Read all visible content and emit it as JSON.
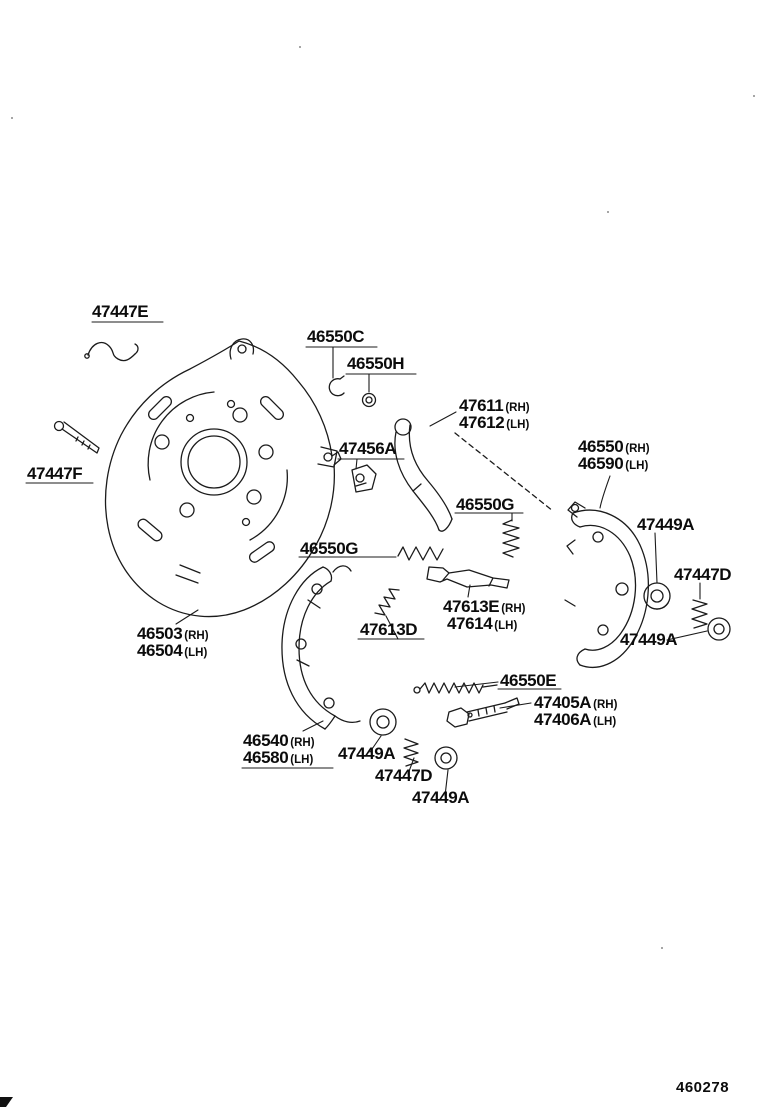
{
  "diagram": {
    "type": "parts-diagram",
    "subject": "rear-brake-backing-plate-and-parking-brake-shoes",
    "figure_number": "460278",
    "ink_color": "#1b1b1b",
    "background_color": "#ffffff"
  },
  "labels": [
    {
      "part": "47447E",
      "suffix": ""
    },
    {
      "part": "46550C",
      "suffix": ""
    },
    {
      "part": "46550H",
      "suffix": ""
    },
    {
      "part": "47611",
      "suffix": "(RH)"
    },
    {
      "part": "47612",
      "suffix": "(LH)"
    },
    {
      "part": "47456A",
      "suffix": ""
    },
    {
      "part": "46550",
      "suffix": "(RH)"
    },
    {
      "part": "46590",
      "suffix": "(LH)"
    },
    {
      "part": "46550G",
      "suffix": ""
    },
    {
      "part": "47449A",
      "suffix": ""
    },
    {
      "part": "46550G",
      "suffix": ""
    },
    {
      "part": "47447D",
      "suffix": ""
    },
    {
      "part": "47447F",
      "suffix": ""
    },
    {
      "part": "47613E",
      "suffix": "(RH)"
    },
    {
      "part": "47614",
      "suffix": "(LH)"
    },
    {
      "part": "47613D",
      "suffix": ""
    },
    {
      "part": "47449A",
      "suffix": ""
    },
    {
      "part": "46503",
      "suffix": "(RH)"
    },
    {
      "part": "46504",
      "suffix": "(LH)"
    },
    {
      "part": "46550E",
      "suffix": ""
    },
    {
      "part": "47405A",
      "suffix": "(RH)"
    },
    {
      "part": "47406A",
      "suffix": "(LH)"
    },
    {
      "part": "46540",
      "suffix": "(RH)"
    },
    {
      "part": "46580",
      "suffix": "(LH)"
    },
    {
      "part": "47449A",
      "suffix": ""
    },
    {
      "part": "47447D",
      "suffix": ""
    },
    {
      "part": "47449A",
      "suffix": ""
    }
  ]
}
